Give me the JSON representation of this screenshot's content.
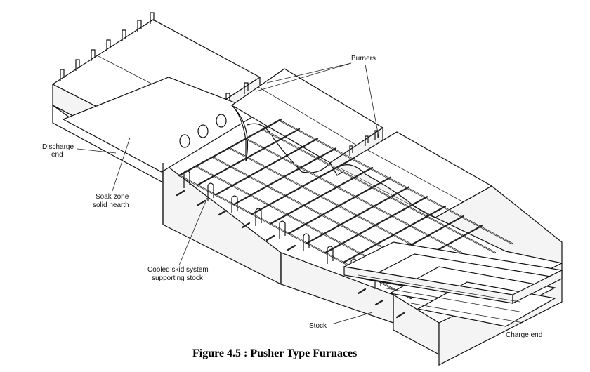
{
  "labels": {
    "burners": "Burners",
    "discharge_line1": "Discharge",
    "discharge_line2": "end",
    "soak_line1": "Soak zone",
    "soak_line2": "solid hearth",
    "skid_line1": "Cooled skid system",
    "skid_line2": "supporting stock",
    "stock": "Stock",
    "charge_end": "Charge end"
  },
  "caption": "Figure 4.5 :  Pusher Type Furnaces",
  "colors": {
    "line": "#111111",
    "background": "#ffffff"
  }
}
